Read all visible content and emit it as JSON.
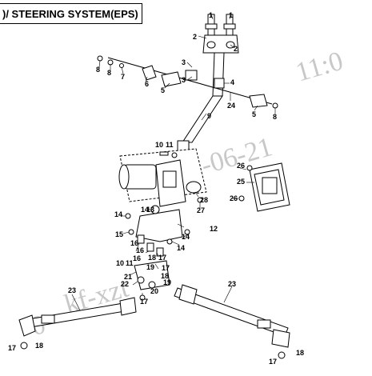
{
  "header": {
    "title": ")/ STEERING SYSTEM(EPS)"
  },
  "watermark": {
    "date": "21-06-21",
    "time": "11:0",
    "user": "kf-xzt",
    "left_fragment": "0"
  },
  "callouts": {
    "c1a": "1",
    "c1b": "1",
    "c2a": "2",
    "c2b": "2",
    "c3a": "3",
    "c3b": "3",
    "c4": "4",
    "c5a": "5",
    "c5b": "5",
    "c6": "6",
    "c7": "7",
    "c8a": "8",
    "c8b": "8",
    "c8c": "8",
    "c9": "9",
    "c10a": "10",
    "c10b": "10",
    "c11a": "11",
    "c11b": "11",
    "c12": "12",
    "c13": "13",
    "c14a": "14",
    "c14b": "14",
    "c14c": "14",
    "c15": "15",
    "c16a": "16",
    "c16b": "16",
    "c16c": "16",
    "c17a": "17",
    "c17b": "17",
    "c17c": "17",
    "c17d": "17",
    "c18a": "18",
    "c18b": "18",
    "c18c": "18",
    "c18d": "18",
    "c19a": "19",
    "c19b": "19",
    "c20": "20",
    "c21": "21",
    "c22": "22",
    "c23a": "23",
    "c23b": "23",
    "c24": "24",
    "c25": "25",
    "c26a": "26",
    "c26b": "26",
    "c27": "27",
    "c28": "28"
  }
}
